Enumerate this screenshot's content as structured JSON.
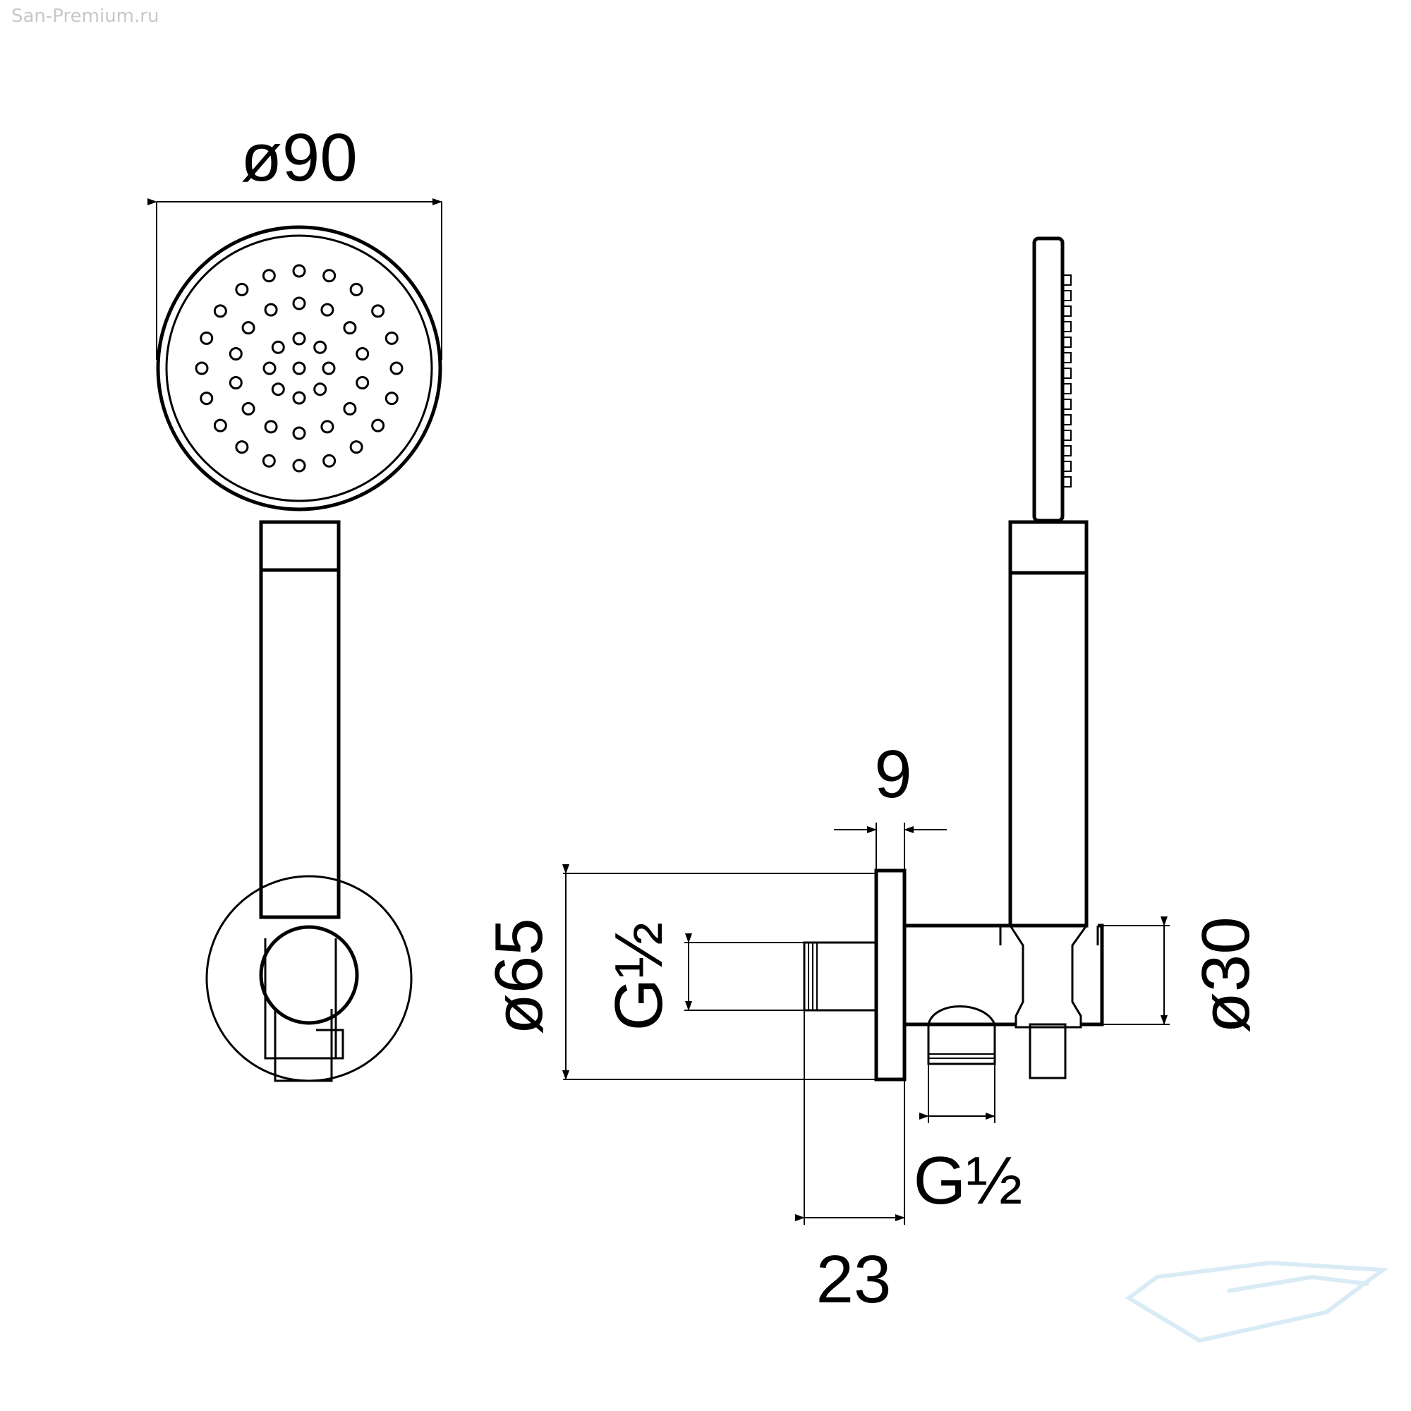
{
  "watermark": "San-Premium.ru",
  "dimensions": {
    "head_diameter": "ø90",
    "plate_thickness": "9",
    "plate_diameter": "ø65",
    "inlet_thread": "G½",
    "outlet_thread": "G½",
    "inlet_depth": "23",
    "handle_diameter": "ø30"
  },
  "colors": {
    "line": "#000000",
    "background": "#ffffff",
    "logo": "#d9ecf6"
  }
}
